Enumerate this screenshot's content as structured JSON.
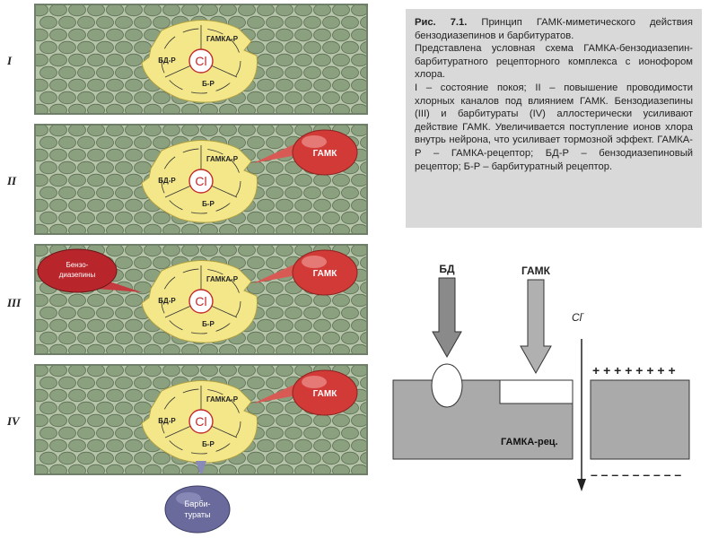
{
  "panels": [
    {
      "roman": "I",
      "receptor_labels": [
        "ГАМК",
        "БД-Р",
        "Б-Р"
      ],
      "ion": "Cl",
      "gaba": null,
      "benzo": null,
      "barb": null
    },
    {
      "roman": "II",
      "receptor_labels": [
        "ГАМК",
        "БД-Р",
        "Б-Р"
      ],
      "ion": "Cl",
      "gaba": "ГАМК",
      "benzo": null,
      "barb": null
    },
    {
      "roman": "III",
      "receptor_labels": [
        "ГАМК",
        "БД-Р",
        "Б-Р"
      ],
      "ion": "Cl",
      "gaba": "ГАМК",
      "benzo": "Бензо-диазепины",
      "barb": null
    },
    {
      "roman": "IV",
      "receptor_labels": [
        "ГАМК",
        "БД-Р",
        "Б-Р"
      ],
      "ion": "Cl",
      "gaba": "ГАМК",
      "benzo": null,
      "barb": "Барби-тураты"
    }
  ],
  "receptor_subscript": "A",
  "receptor_suffix": "-Р",
  "caption": {
    "title": "Рис. 7.1.",
    "text1": "Принцип ГАМК-миметического действия бензодиазепинов и барбитуратов.",
    "text2": "Представлена условная схема ГАМКА-бензодиазепин-барбитуратного рецепторного комплекса с ионофором хлора.",
    "text3": "I – состояние покоя; II – повышение проводимости хлорных каналов под влиянием ГАМК. Бензодиазепины (III) и барбитураты (IV) аллостерически усиливают действие ГАМК. Увеличивается поступление ионов хлора внутрь нейрона, что усиливает тормозной эффект. ГАМКА-Р – ГАМКА-рецептор; БД-Р – бензодиазепиновый рецептор; Б-Р – барбитуратный рецептор."
  },
  "schematic": {
    "bd_label": "БД",
    "gaba_label": "ГАМК",
    "cl_label": "Cl",
    "cl_sup": "-",
    "receptor_label": "ГАМКА-рец.",
    "plus_signs": "+ + + + + + + +",
    "minus_signs": "– – – – – – – – –"
  },
  "colors": {
    "membrane": "#9fb293",
    "cell": "#8aa07e",
    "receptor": "#f3e78a",
    "gaba_ball": "#d23a37",
    "benzo_ball": "#b8262c",
    "barb_ball": "#646496"
  }
}
